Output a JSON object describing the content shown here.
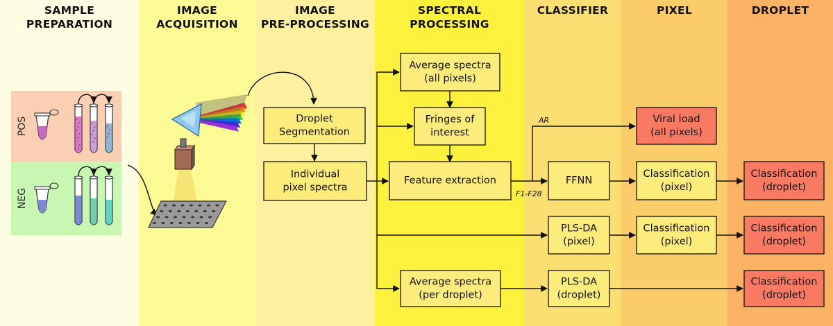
{
  "columns": [
    {
      "id": "sample",
      "lines": [
        "SAMPLE",
        "PREPARATION"
      ],
      "color": "#fdfde4"
    },
    {
      "id": "acq",
      "lines": [
        "IMAGE",
        "ACQUISITION"
      ],
      "color": "#fcfa94"
    },
    {
      "id": "pre",
      "lines": [
        "IMAGE",
        "PRE-PROCESSING"
      ],
      "color": "#fdf1a0"
    },
    {
      "id": "spec",
      "lines": [
        "SPECTRAL",
        "PROCESSING"
      ],
      "color": "#fcf23e"
    },
    {
      "id": "clf",
      "lines": [
        "CLASSIFIER"
      ],
      "color": "#fcdf72"
    },
    {
      "id": "pixel",
      "lines": [
        "PIXEL"
      ],
      "color": "#fbcd6a"
    },
    {
      "id": "droplet",
      "lines": [
        "DROPLET"
      ],
      "color": "#fab364"
    }
  ],
  "samples": {
    "pos_label": "POS",
    "neg_label": "NEG",
    "pos_color": "#fbcfb3",
    "neg_color": "#c8f7b4"
  },
  "boxes": [
    {
      "id": "avg-all",
      "lines": [
        "Average spectra",
        "(all pixels)"
      ],
      "highlight": false
    },
    {
      "id": "fringes",
      "lines": [
        "Fringes of",
        "interest"
      ],
      "highlight": false
    },
    {
      "id": "feature",
      "lines": [
        "Feature extraction"
      ],
      "highlight": false
    },
    {
      "id": "avg-drop",
      "lines": [
        "Average spectra",
        "(per droplet)"
      ],
      "highlight": false
    },
    {
      "id": "segmentation",
      "lines": [
        "Droplet",
        "Segmentation"
      ],
      "highlight": false
    },
    {
      "id": "individual",
      "lines": [
        "Individual",
        "pixel spectra"
      ],
      "highlight": false
    },
    {
      "id": "ffnn",
      "lines": [
        "FFNN"
      ],
      "highlight": false
    },
    {
      "id": "plsda-pixel",
      "lines": [
        "PLS-DA",
        "(pixel)"
      ],
      "highlight": false
    },
    {
      "id": "plsda-drop",
      "lines": [
        "PLS-DA",
        "(droplet)"
      ],
      "highlight": false
    },
    {
      "id": "viral",
      "lines": [
        "Viral load",
        "(all pixels)"
      ],
      "highlight": true
    },
    {
      "id": "clf-pixel-1",
      "lines": [
        "Classification",
        "(pixel)"
      ],
      "highlight": false
    },
    {
      "id": "clf-pixel-2",
      "lines": [
        "Classification",
        "(pixel)"
      ],
      "highlight": false
    },
    {
      "id": "clf-drop-1",
      "lines": [
        "Classification",
        "(droplet)"
      ],
      "highlight": true
    },
    {
      "id": "clf-drop-2",
      "lines": [
        "Classification",
        "(droplet)"
      ],
      "highlight": true
    },
    {
      "id": "clf-drop-3",
      "lines": [
        "Classification",
        "(droplet)"
      ],
      "highlight": true
    }
  ],
  "edge_labels": {
    "ar": "AR",
    "features": "F1-F28"
  },
  "colors": {
    "box_fill": "#fcec7c",
    "highlight_fill": "#f87a62",
    "pos_liquid": "#c76bc0",
    "neg_liquid": "#7c8ad8",
    "tube_blue": "#8fb7d8",
    "tube_cyan": "#5fd6c8",
    "light_beam": "#f4e070",
    "substrate": "#9a9a9a",
    "camera": "#a36a55",
    "prism": "#8fc8ee"
  }
}
